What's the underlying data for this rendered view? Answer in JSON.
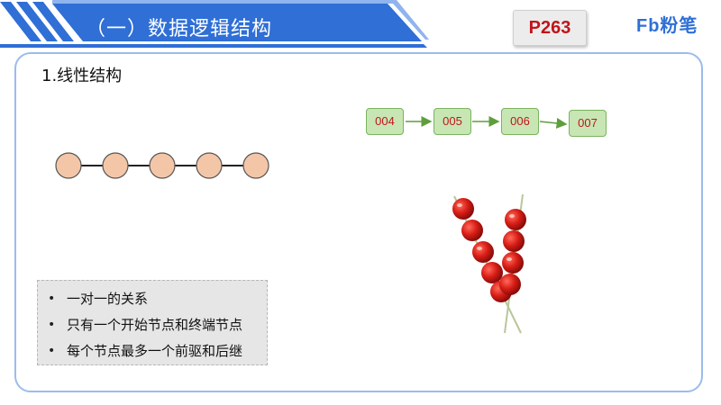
{
  "header": {
    "title": "（一）数据逻辑结构",
    "page_number": "P263",
    "brand": "Fb粉笔",
    "colors": {
      "stripe": "#2f6fd6",
      "stripe_light": "#8fb4ef",
      "page_number": "#c0151a",
      "brand": "#2f6fd6"
    }
  },
  "main": {
    "heading": "1.线性结构",
    "node_chain": {
      "node_count": 5,
      "node_color": "#f4c6a8"
    },
    "linked_list": {
      "nodes": [
        "004",
        "005",
        "006",
        "007"
      ],
      "box_color": "#c7e6b4",
      "text_color": "#c0151a",
      "arrow_color": "#5e9e3c"
    },
    "illustration": "tanghulu-icon",
    "bullets": [
      "一对一的关系",
      "只有一个开始节点和终端节点",
      "每个节点最多一个前驱和后继"
    ]
  }
}
